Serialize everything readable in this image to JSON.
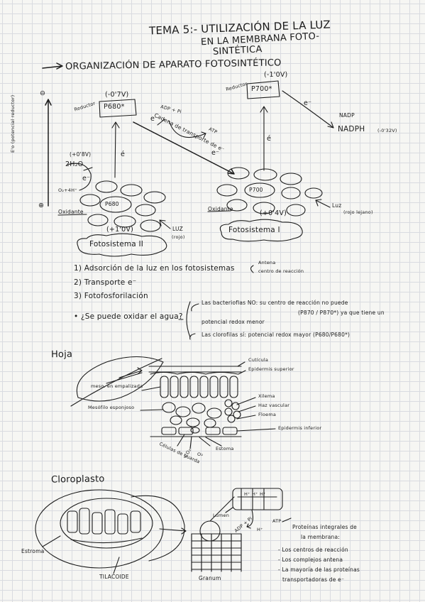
{
  "title": {
    "line1": "TEMA 5:- UTILIZACIÓN DE LA LUZ",
    "line2": "EN LA MEMBRANA FOTO-",
    "line3": "SINTÉTICA"
  },
  "section1": {
    "heading": "ORGANIZACIÓN DE APARATO FOTOSINTÉTICO",
    "axis": {
      "label": "E'o (potencial reductor)",
      "minus": "⊖",
      "plus": "⊕"
    },
    "ps2": {
      "reductor": "Reductor",
      "p680star": "P680*",
      "p680star_v": "(-0'7V)",
      "h2o": "2H₂O",
      "h2o_v": "(+0'8V)",
      "e_minus": "e⁻",
      "o2": "O₂+4H⁺",
      "p680": "P680",
      "oxidante": "Oxidante",
      "p680_v": "(+1'0V)",
      "luz": "LUZ",
      "rojo": "(rojo)",
      "name": "Fotosistema II",
      "e_acc": "é"
    },
    "chain": {
      "adp": "ADP + Pi",
      "atp": "ATP",
      "e_label": "e⁻",
      "label": "Cadena de transporte de e⁻",
      "e_minus2": "e⁻"
    },
    "ps1": {
      "reductor": "Reductor",
      "p700star": "P700*",
      "p700star_v": "(-1'0V)",
      "e_arrow": "e⁻",
      "nadp": "NADP",
      "nadph": "NADPH",
      "nadph_v": "(-0'32V)",
      "p700": "P700",
      "oxidante": "Oxidante",
      "p700_v": "(+0'4V)",
      "luz": "Luz",
      "rojo_lejano": "(rojo lejano)",
      "name": "Fotosistema I",
      "e_acc": "é"
    }
  },
  "list1": {
    "item1": "1) Adsorción de la luz en los fotosistemas",
    "item1_a": "Antena",
    "item1_b": "centro de reacción",
    "item2": "2) Transporte e⁻",
    "item3": "3) Fotofosforilación",
    "question": "• ¿Se puede oxidar el agua?",
    "ans1": "Las bacterioflas NO: su centro de reacción no puede",
    "ans1b": "(P870 / P870*) ya que tiene un",
    "ans1c": "potencial redox menor",
    "ans2": "Las clorofilas sí: potencial redox mayor (P680/P680*)"
  },
  "hoja": {
    "heading": "Hoja",
    "cuticula": "Cutícula",
    "epi_sup": "Epidermis superior",
    "meso_emp": "meso. en empalizada",
    "meso_esp": "Mesófilo esponjoso",
    "xilema": "Xilema",
    "haz": "Haz vascular",
    "floema": "Floema",
    "epi_inf": "Epidermis inferior",
    "celulas": "Células de guarda",
    "co2": "CO₂",
    "o2": "O₂",
    "estoma": "Estoma"
  },
  "cloroplasto": {
    "heading": "Cloroplasto",
    "estroma": "Estroma",
    "tilacoide": "TILACOIDE",
    "granum": "Granum",
    "lumen": "Lumen",
    "h_labels": "H⁺ H⁺ H⁺",
    "adp_pi": "ADP + Pi",
    "atp": "ATP",
    "h_plus": "H⁺",
    "proteinas": "Proteínas integrales de",
    "proteinas2": "la membrana:",
    "p_item1": "- Los centros de reacción",
    "p_item2": "- Los complejos antena",
    "p_item3": "- La mayoría de las proteínas",
    "p_item3b": "transportadoras de e⁻"
  }
}
